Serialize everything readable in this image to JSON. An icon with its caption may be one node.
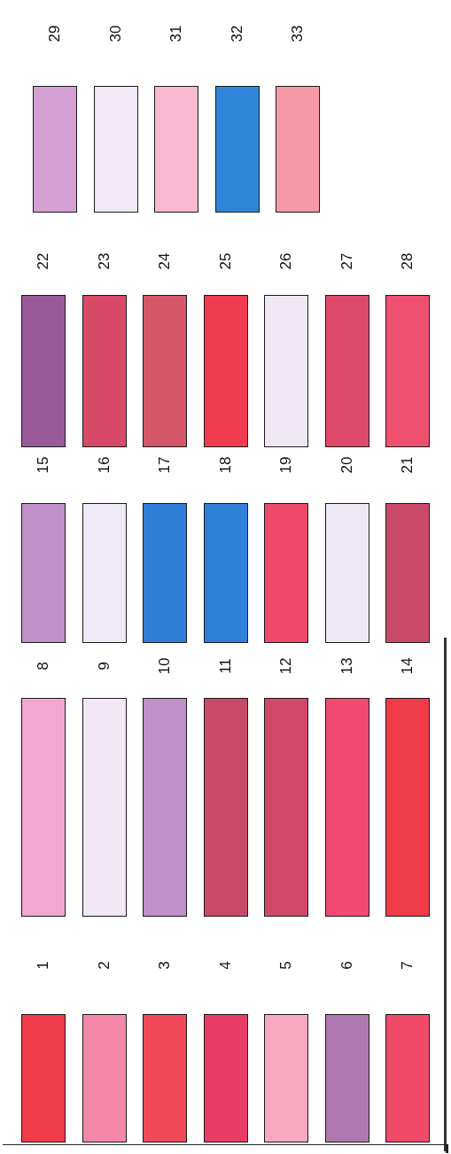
{
  "diagram": {
    "legend": [
      {
        "text": "1",
        "color": "#f03c48"
      },
      {
        "text": "2",
        "color": "#f588a8"
      },
      {
        "text": "3",
        "color": "#f04a5a"
      },
      {
        "text": "4",
        "color": "#e83c64"
      },
      {
        "text": "5",
        "color": "#f8a8c0"
      },
      {
        "text": "6",
        "color": "#b078b0"
      },
      {
        "text": "7",
        "color": "#f04a68"
      },
      {
        "text": "8",
        "color": "#f0a8d0"
      },
      {
        "text": "9",
        "color": "#f0e6f4"
      },
      {
        "text": "10",
        "color": "#c090c8"
      },
      {
        "text": "11",
        "color": "#c84a68"
      },
      {
        "text": "12",
        "color": "#d04a68"
      },
      {
        "text": "13",
        "color": "#f04a70"
      },
      {
        "text": "14",
        "color": "#f03c48"
      },
      {
        "text": "15",
        "color": "#c090c8"
      },
      {
        "text": "16",
        "color": "#efe8f6"
      },
      {
        "text": "17",
        "color": "#2f7fd8"
      },
      {
        "text": "18",
        "color": "#2f80d8"
      },
      {
        "text": "19",
        "color": "#f04a6a"
      },
      {
        "text": "20",
        "color": "#eee8f4"
      },
      {
        "text": "21",
        "color": "#c84a68"
      },
      {
        "text": "22",
        "color": "#9a5a9a"
      },
      {
        "text": "23",
        "color": "#d84a68"
      },
      {
        "text": "24",
        "color": "#d45868"
      },
      {
        "text": "25",
        "color": "#f03c50"
      },
      {
        "text": "26",
        "color": "#efe8f4"
      },
      {
        "text": "27",
        "color": "#e04a6a"
      },
      {
        "text": "28",
        "color": "#f05070"
      },
      {
        "text": "29",
        "color": "#d4a0d4"
      },
      {
        "text": "30",
        "color": "#f0e8f4"
      },
      {
        "text": "31",
        "color": "#f7b8d0"
      },
      {
        "text": "32",
        "color": "#2f86d8"
      },
      {
        "text": "33",
        "color": "#f79aa8"
      }
    ]
  }
}
